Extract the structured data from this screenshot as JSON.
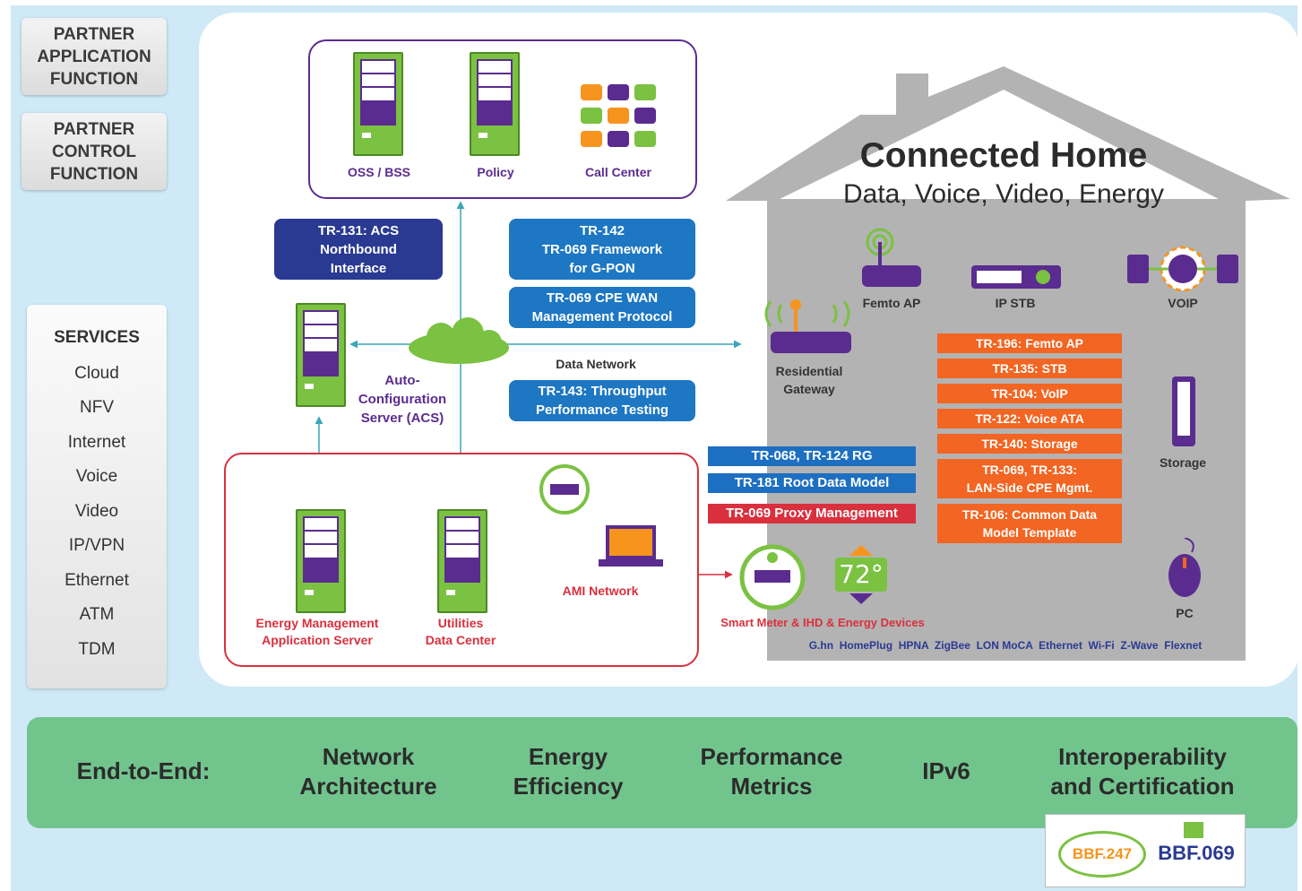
{
  "partner": {
    "application_function": "PARTNER\nAPPLICATION\nFUNCTION",
    "control_function": "PARTNER\nCONTROL\nFUNCTION"
  },
  "services": {
    "title": "SERVICES",
    "items": [
      "Cloud",
      "NFV",
      "Internet",
      "Voice",
      "Video",
      "IP/VPN",
      "Ethernet",
      "ATM",
      "TDM"
    ]
  },
  "top_systems": {
    "oss_bss": "OSS / BSS",
    "policy": "Policy",
    "call_center": "Call Center"
  },
  "pills": {
    "tr131": [
      "TR-131: ACS",
      "Northbound",
      "Interface"
    ],
    "tr142": [
      "TR-142",
      "TR-069 Framework",
      "for G-PON"
    ],
    "tr069_wan": [
      "TR-069 CPE WAN",
      "Management Protocol"
    ],
    "tr143": [
      "TR-143: Throughput",
      "Performance Testing"
    ]
  },
  "acs": {
    "label": [
      "Auto-",
      "Configuration",
      "Server (ACS)"
    ]
  },
  "data_network": "Data Network",
  "energy": {
    "ems": [
      "Energy Management",
      "Application Server"
    ],
    "utilities": [
      "Utilities",
      "Data Center"
    ],
    "ami": "AMI Network"
  },
  "house": {
    "title": "Connected Home",
    "subtitle": "Data, Voice, Video, Energy",
    "devices": {
      "femto": "Femto AP",
      "stb": "IP STB",
      "voip": "VOIP",
      "gateway": [
        "Residential",
        "Gateway"
      ],
      "storage": "Storage",
      "pc": "PC"
    },
    "thermostat": "72°",
    "smart_meter": "Smart Meter & IHD & Energy Devices",
    "networks": "G.hn  HomePlug  HPNA  ZigBee  LON MoCA  Ethernet  Wi-Fi  Z-Wave  Flexnet"
  },
  "tr_blue": [
    "TR-068, TR-124 RG",
    "TR-181 Root Data Model"
  ],
  "tr_red": "TR-069 Proxy Management",
  "tr_orange": [
    "TR-196: Femto AP",
    "TR-135: STB",
    "TR-104: VoIP",
    "TR-122: Voice ATA",
    "TR-140: Storage",
    "TR-069, TR-133:\nLAN-Side CPE Mgmt.",
    "TR-106: Common Data\nModel Template"
  ],
  "bottom_band": {
    "lead": "End-to-End:",
    "items": [
      "Network\nArchitecture",
      "Energy\nEfficiency",
      "Performance\nMetrics",
      "IPv6",
      "Interoperability\nand Certification"
    ]
  },
  "logos": {
    "bbf247": "BBF.247",
    "bbf069": "BBF.069"
  },
  "colors": {
    "purple": "#5b2c8f",
    "green": "#7bc142",
    "navy": "#2a3a92",
    "blue": "#1d77c2",
    "orange": "#f26522",
    "red": "#d9303e",
    "teal": "#3aa6b9",
    "band": "#72c48d"
  }
}
